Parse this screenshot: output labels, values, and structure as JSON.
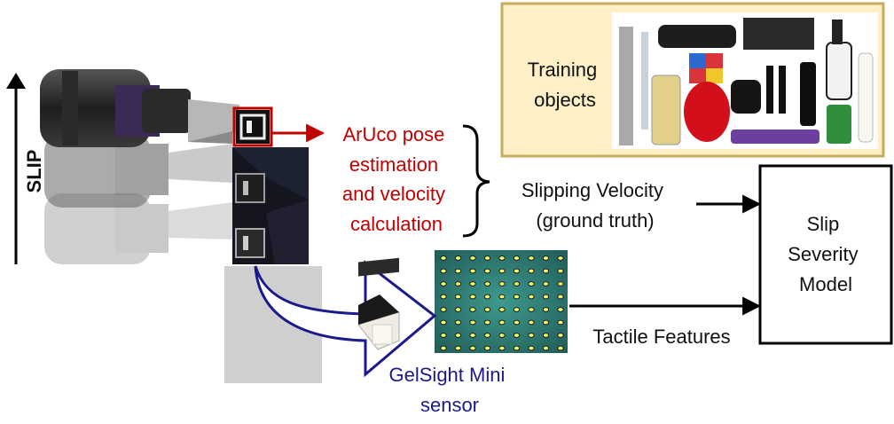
{
  "slip_label": "SLIP",
  "aruco_label": [
    "ArUco pose",
    "estimation",
    "and velocity",
    "calculation"
  ],
  "velocity_label": [
    "Slipping Velocity",
    "(ground truth)"
  ],
  "training_label": [
    "Training",
    "objects"
  ],
  "model_label": [
    "Slip",
    "Severity",
    "Model"
  ],
  "tactile_label": "Tactile Features",
  "sensor_label": [
    "GelSight Mini",
    "sensor"
  ],
  "colors": {
    "red": "#c00000",
    "navy": "#1a1a8c",
    "panel": "#fdf0c6",
    "panel_border": "#c9ad5f",
    "gel": "#2f7e78"
  }
}
